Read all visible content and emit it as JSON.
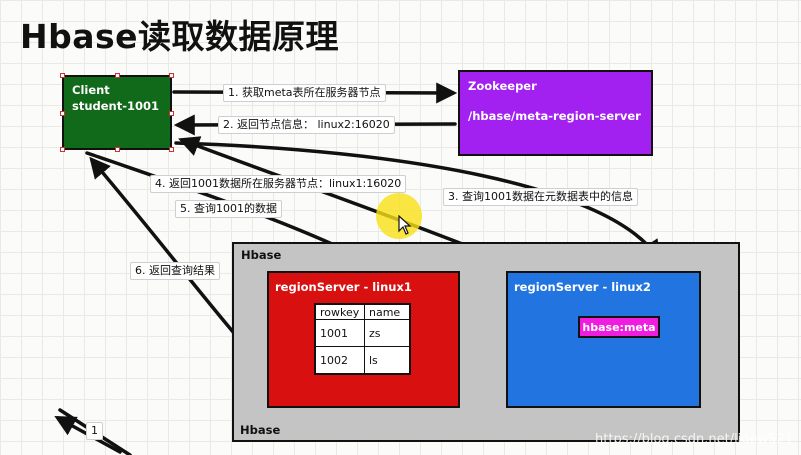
{
  "title": "Hbase读取数据原理",
  "client": {
    "line1": "Client",
    "line2": "student-1001"
  },
  "zookeeper": {
    "name": "Zookeeper",
    "path": "/hbase/meta-region-server"
  },
  "hbase": {
    "label": "Hbase",
    "bottom_label": "Hbase"
  },
  "region_server_1": {
    "label": "regionServer - linux1",
    "table": {
      "headers": [
        "rowkey",
        "name"
      ],
      "rows": [
        [
          "1001",
          "zs"
        ],
        [
          "1002",
          "ls"
        ]
      ]
    }
  },
  "region_server_2": {
    "label": "regionServer - linux2",
    "meta": "hbase:meta"
  },
  "steps": {
    "s1": "1. 获取meta表所在服务器节点",
    "s2": "2. 返回节点信息： linux2:16020",
    "s3": "3. 查询1001数据在元数据表中的信息",
    "s4": "4. 返回1001数据所在服务器节点：linux1:16020",
    "s5": "5. 查询1001的数据",
    "s6": "6. 返回查询结果",
    "s7": "1"
  },
  "watermark": "https://blog.csdn.net/lidew521",
  "colors": {
    "client": "#11691a",
    "zookeeper": "#a221f0",
    "hbase": "#c4c4c4",
    "region_server_1": "#d91010",
    "region_server_2": "#2274e0",
    "meta": "#f01cdf"
  }
}
